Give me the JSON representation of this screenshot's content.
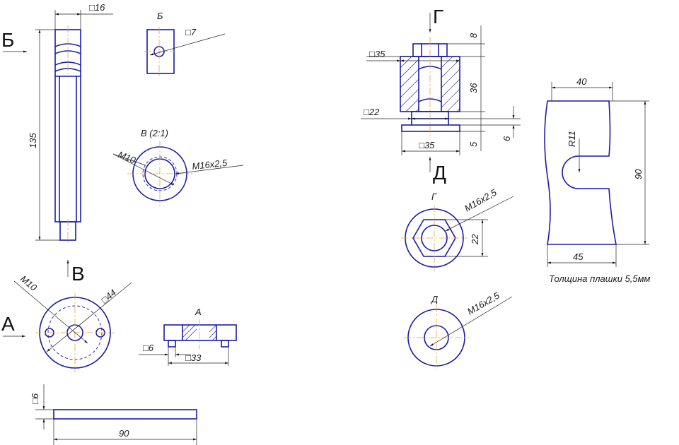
{
  "views": {
    "view_b": "Б",
    "view_v": "В",
    "view_v_scaled": "В (2:1)",
    "view_a": "А",
    "view_a_small": "А",
    "view_g": "Г",
    "view_g_small": "Г",
    "view_d": "Д",
    "view_d_small": "Д"
  },
  "dims": {
    "sq16": "□16",
    "len135": "135",
    "sq7": "□7",
    "m10_v": "М10",
    "m16_v": "М16х2,5",
    "m10_a": "М10",
    "sq44": "□44",
    "sq6_a": "□6",
    "sq33": "□33",
    "sq6_plate": "□6",
    "len90_plate": "90",
    "sq35_top": "□35",
    "d8": "8",
    "d36": "36",
    "sq22": "□22",
    "d6": "6",
    "d5": "5",
    "sq35_bot": "□35",
    "m16_g": "М16х2,5",
    "d22_g": "22",
    "m16_d": "М16х2,5",
    "d40": "40",
    "r11": "R11",
    "d90": "90",
    "d45": "45"
  },
  "note": "Толщина плашки 5,5мм"
}
